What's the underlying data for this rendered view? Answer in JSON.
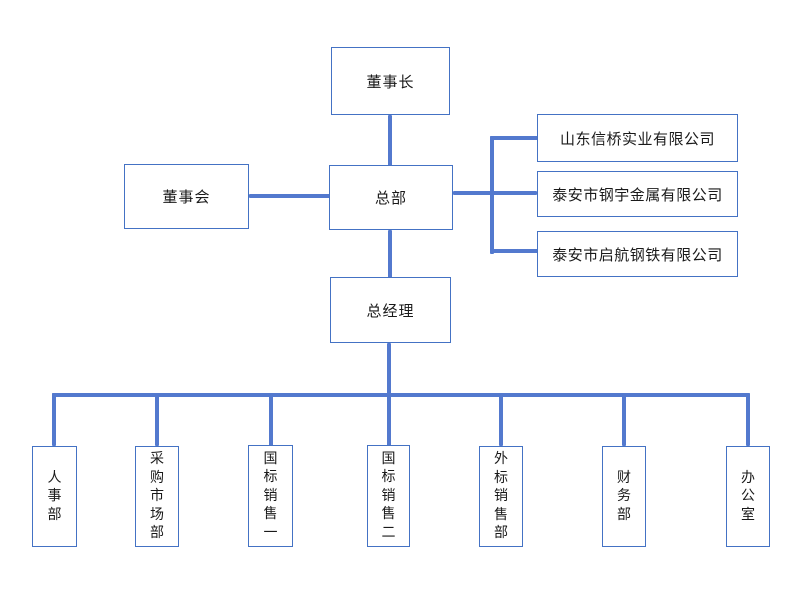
{
  "colors": {
    "box_border": "#4472C4",
    "connector": "#5379CE",
    "text": "#1A1A1A",
    "background": "#FFFFFF"
  },
  "nodes": {
    "chairman": {
      "label": "董事长"
    },
    "board": {
      "label": "董事会"
    },
    "headquarters": {
      "label": "总部"
    },
    "general_manager": {
      "label": "总经理"
    }
  },
  "subsidiaries": [
    {
      "label": "山东信桥实业有限公司"
    },
    {
      "label": "泰安市钢宇金属有限公司"
    },
    {
      "label": "泰安市启航钢铁有限公司"
    }
  ],
  "departments": [
    {
      "label": "人事部"
    },
    {
      "label": "采购市场部"
    },
    {
      "label": "国标销售一"
    },
    {
      "label": "国标销售二"
    },
    {
      "label": "外标销售部"
    },
    {
      "label": "财务部"
    },
    {
      "label": "办公室"
    }
  ]
}
